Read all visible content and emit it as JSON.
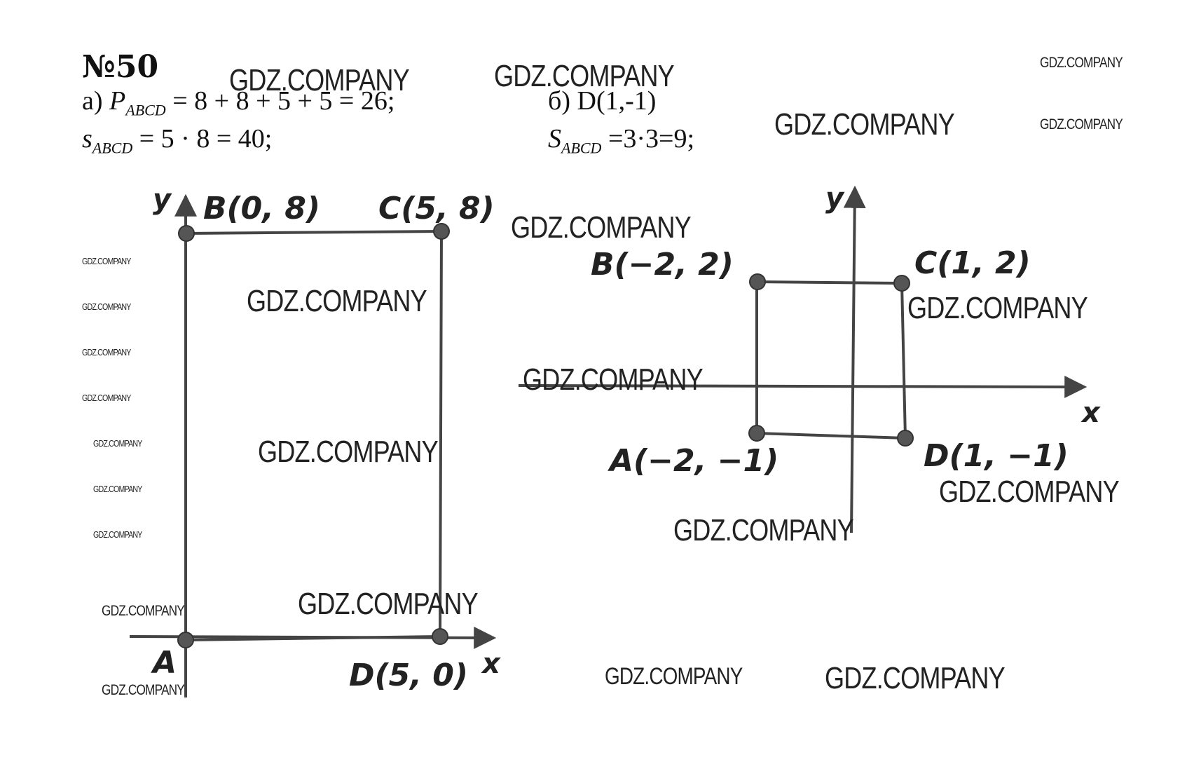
{
  "problem": {
    "number": "№50",
    "part_a": {
      "prefix": "а)",
      "perimeter_symbol": "P",
      "perimeter_sub": "ABCD",
      "perimeter_expr": "= 8 + 8 + 5 + 5 = 26;",
      "area_symbol": "s",
      "area_sub": "ABCD",
      "area_expr": "= 5 · 8 = 40;"
    },
    "part_b": {
      "prefix": "б)",
      "point_d": "D(1,-1)",
      "area_symbol": "S",
      "area_sub": "ABCD",
      "area_expr": "=3·3=9;"
    }
  },
  "figure_a": {
    "axis_y": "y",
    "axis_x": "x",
    "points": {
      "A": "A",
      "B": "B(0, 8)",
      "C": "C(5, 8)",
      "D": "D(5, 0)"
    }
  },
  "figure_b": {
    "axis_y": "y",
    "axis_x": "x",
    "points": {
      "A": "A(−2, −1)",
      "B": "B(−2, 2)",
      "C": "C(1, 2)",
      "D": "D(1, −1)"
    }
  },
  "watermark": "GDZ.COMPANY",
  "colors": {
    "ink": "#222222",
    "point_fill": "#555555"
  }
}
